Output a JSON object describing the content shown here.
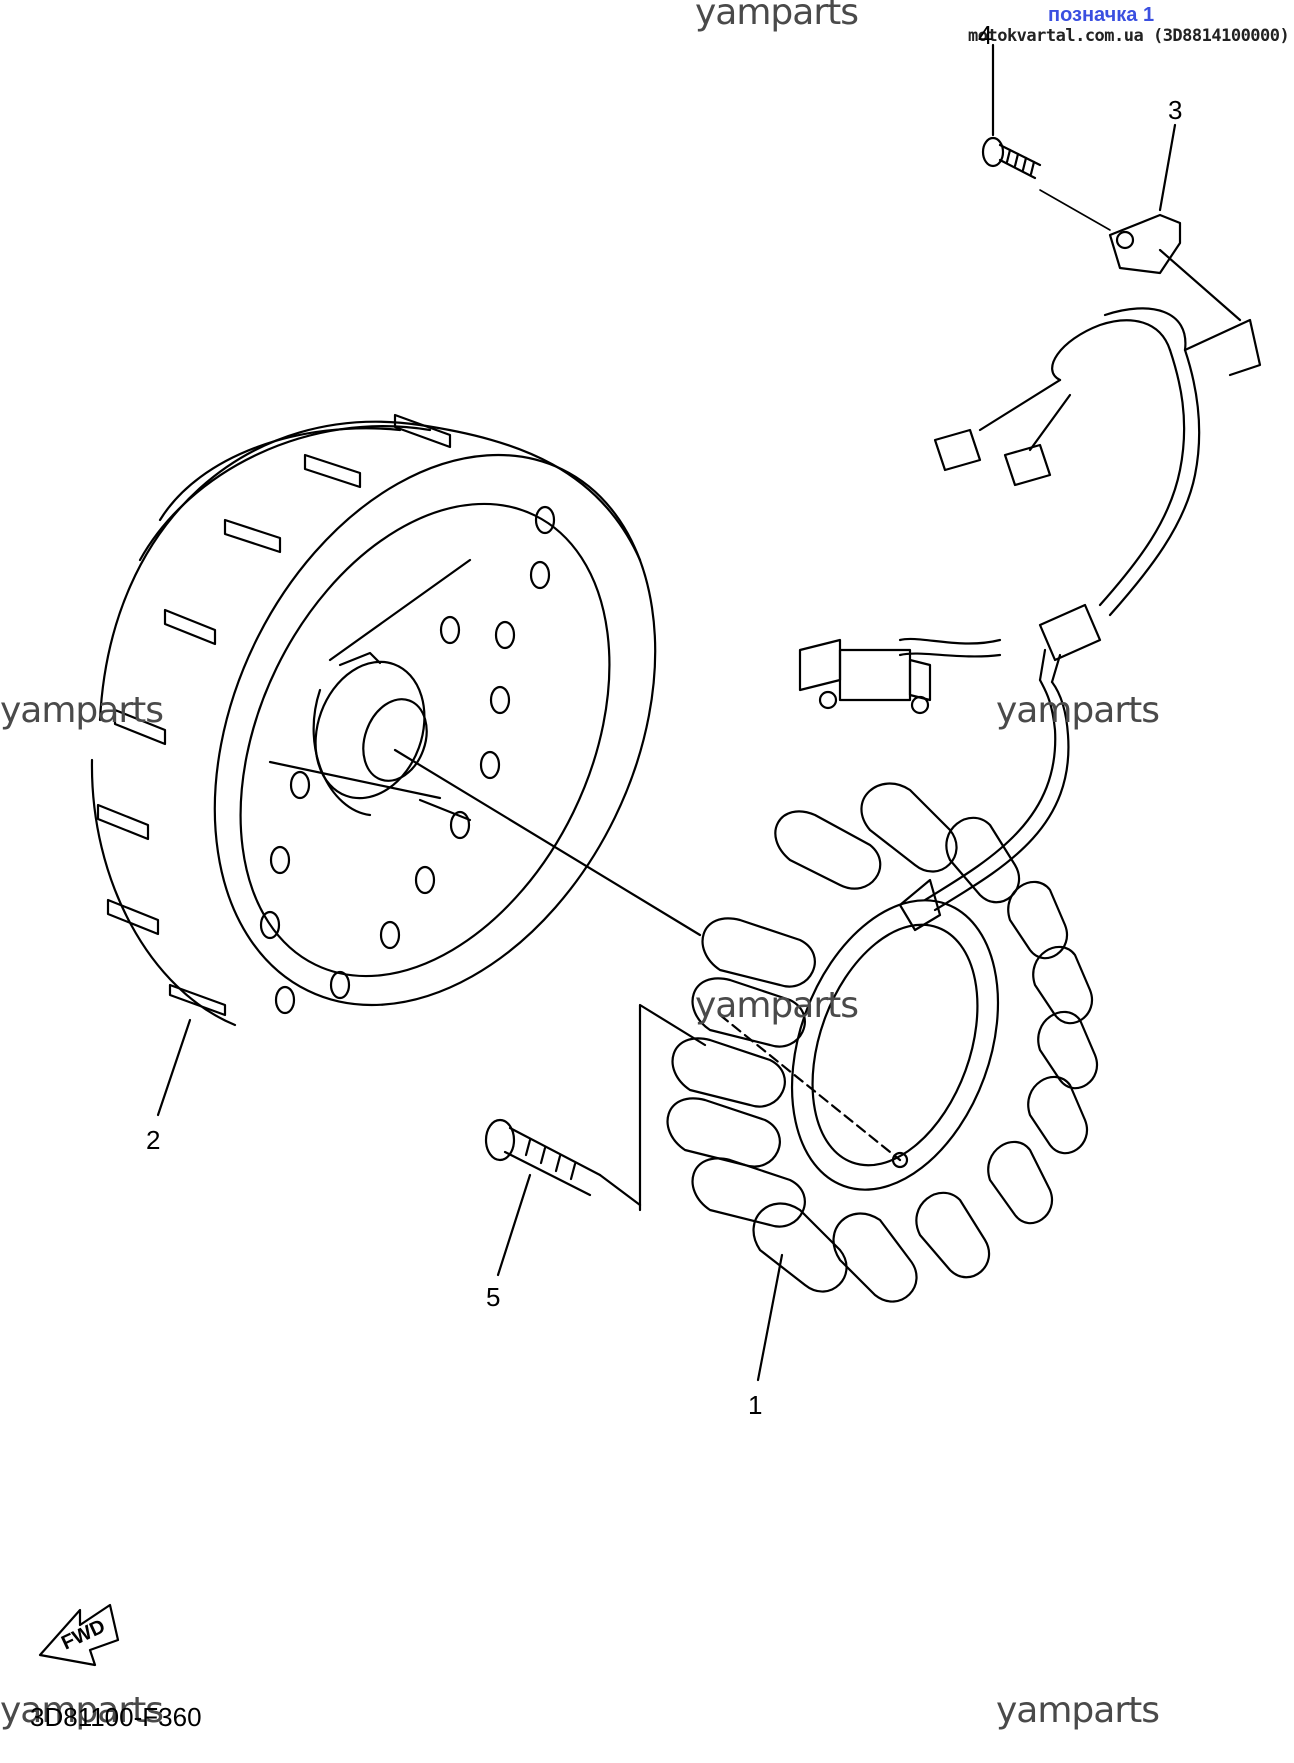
{
  "header": {
    "label": "позначка 1",
    "source": "motokvartal.com.ua (3D8814100000)"
  },
  "watermarks": [
    "yamparts",
    "yamparts",
    "yamparts",
    "yamparts",
    "yamparts",
    "yamparts"
  ],
  "callouts": {
    "stator": "1",
    "rotor": "2",
    "clamp": "3",
    "clamp_screw": "4",
    "stator_bolt": "5"
  },
  "fwd_label": "FWD",
  "diagram_code": "3D81100-F360",
  "line_color": "#000000",
  "watermark_color": "#4a4a4a",
  "header_color": "#3a4fe0"
}
